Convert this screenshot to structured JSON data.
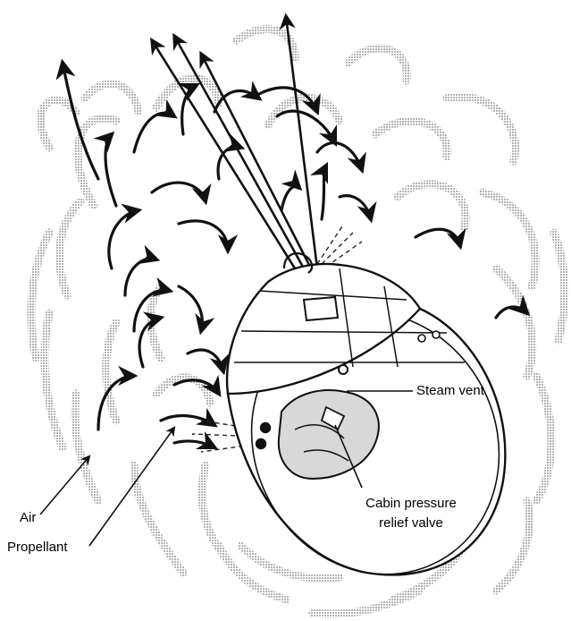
{
  "labels": {
    "steam_vent": "Steam vent",
    "cabin_valve_line1": "Cabin pressure",
    "cabin_valve_line2": "relief valve",
    "air": "Air",
    "propellant": "Propellant"
  },
  "colors": {
    "ink": "#111111",
    "air_flow": "#9a9a9a",
    "background": "#ffffff"
  }
}
